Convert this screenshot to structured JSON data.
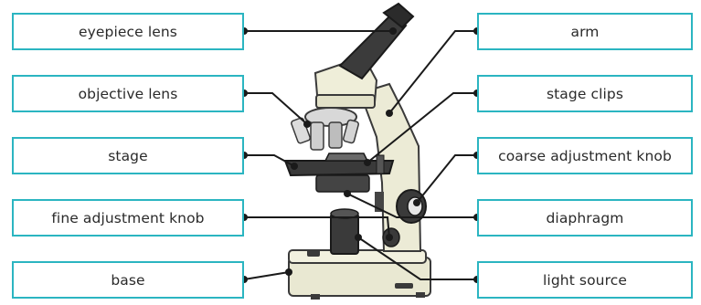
{
  "diagram": {
    "left_labels": [
      {
        "name": "eyepiece",
        "text": "eyepiece lens"
      },
      {
        "name": "objective",
        "text": "objective lens"
      },
      {
        "name": "stage",
        "text": "stage"
      },
      {
        "name": "fine-adjustment",
        "text": "fine adjustment knob"
      },
      {
        "name": "base",
        "text": "base"
      }
    ],
    "right_labels": [
      {
        "name": "arm",
        "text": "arm"
      },
      {
        "name": "stage-clips",
        "text": "stage clips"
      },
      {
        "name": "coarse-adjustment",
        "text": "coarse adjustment knob"
      },
      {
        "name": "diaphragm",
        "text": "diaphragm"
      },
      {
        "name": "light-source",
        "text": "light source"
      }
    ],
    "colors": {
      "box_border": "#2bb5c1",
      "leader_line": "#1a1a1a",
      "body": "#ecebd6",
      "dark": "#2f2f2f"
    }
  }
}
